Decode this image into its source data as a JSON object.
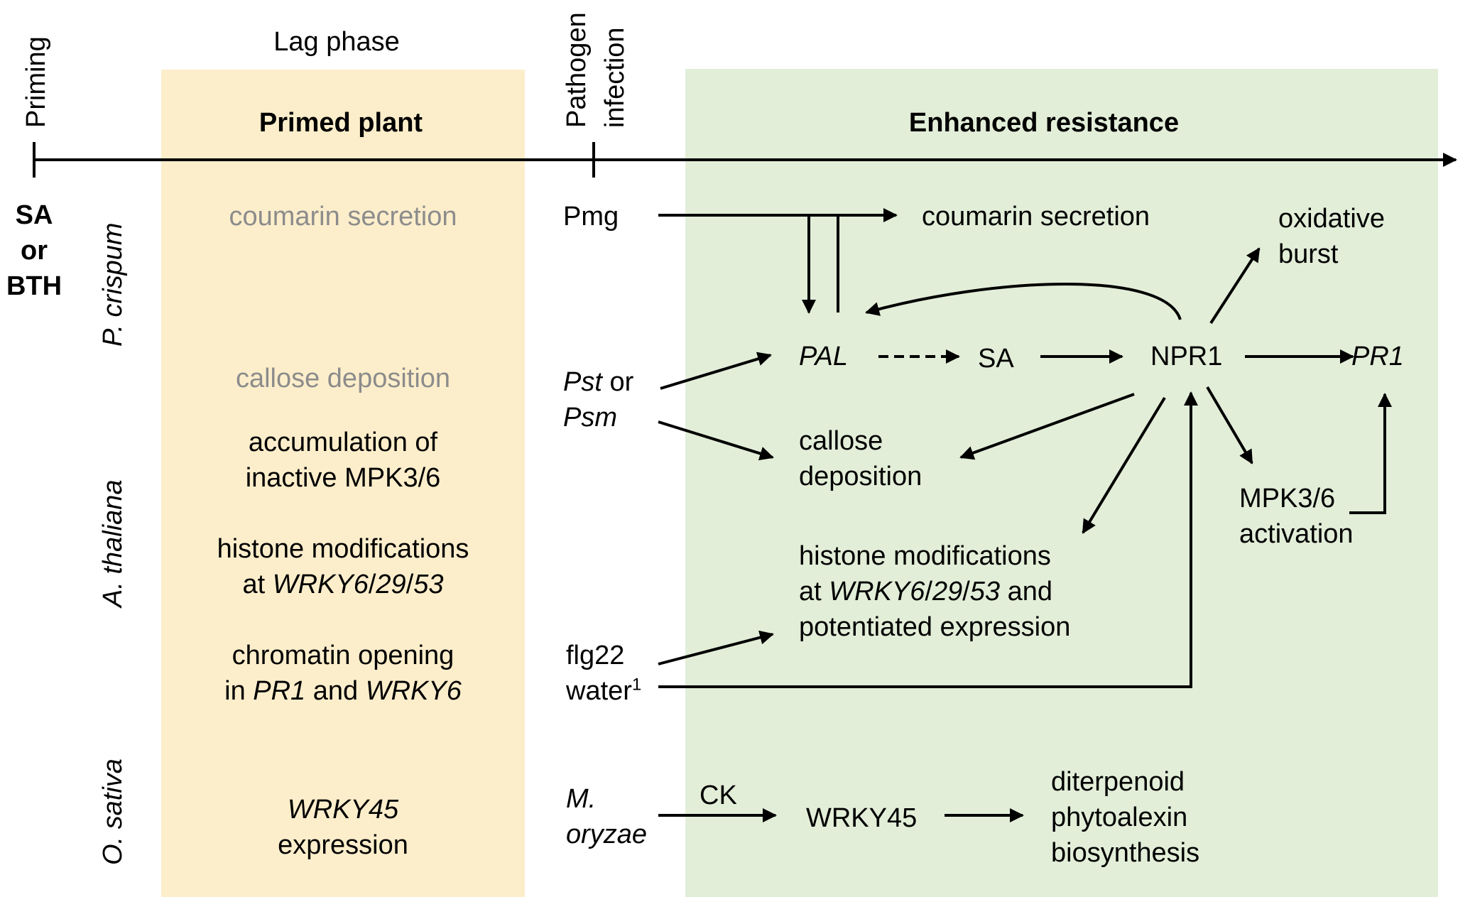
{
  "colors": {
    "lag_panel": "#fdeecb",
    "resistance_panel": "#e2eed8",
    "muted_text": "#8c8c8c"
  },
  "timeline": {
    "priming": "Priming",
    "lag_phase": "Lag phase",
    "pathogen_line1": "Pathogen",
    "pathogen_line2": "infection",
    "primed_plant": "Primed plant",
    "enhanced_resistance": "Enhanced resistance"
  },
  "trigger": {
    "line1": "SA",
    "line2": "or",
    "line3": "BTH"
  },
  "species": {
    "p_crispum": "P. crispum",
    "a_thaliana": "A. thaliana",
    "o_sativa": "O. sativa"
  },
  "lag_items": {
    "coumarin": "coumarin secretion",
    "callose": "callose deposition",
    "mpk_line1": "accumulation of",
    "mpk_line2": "inactive MPK3/6",
    "histone_line1": "histone modifications",
    "histone_prefix": "at ",
    "histone_gene": "WRKY6",
    "histone_s1": "/",
    "histone_n1": "29",
    "histone_s2": "/",
    "histone_n2": "53",
    "chromatin_line1": "chromatin opening",
    "chromatin_in": "in ",
    "chromatin_pr1": "PR1",
    "chromatin_and": " and ",
    "chromatin_wrky": "WRKY6",
    "wrky45": "WRKY45",
    "wrky45_expr": "expression"
  },
  "pathogens": {
    "pmg": "Pmg",
    "pst": "Pst",
    "or": " or",
    "psm": "Psm",
    "flg22": "flg22",
    "water": "water",
    "water_sup": "1",
    "m": "M.",
    "oryzae": "oryzae"
  },
  "response": {
    "coumarin": "coumarin secretion",
    "oxidative": "oxidative",
    "burst": "burst",
    "pal": "PAL",
    "sa": "SA",
    "npr1": "NPR1",
    "pr1": "PR1",
    "callose1": "callose",
    "callose2": "deposition",
    "mpk1": "MPK3/6",
    "mpk2": "activation",
    "hist1": "histone modifications",
    "hist_at": "at ",
    "hist_gene": "WRKY6",
    "hist_s1": "/",
    "hist_n1": "29",
    "hist_s2": "/",
    "hist_n2": "53",
    "hist_and": " and",
    "hist3": "potentiated expression",
    "ck": "CK",
    "wrky45": "WRKY45",
    "dit1": "diterpenoid",
    "dit2": "phytoalexin",
    "dit3": "biosynthesis"
  }
}
